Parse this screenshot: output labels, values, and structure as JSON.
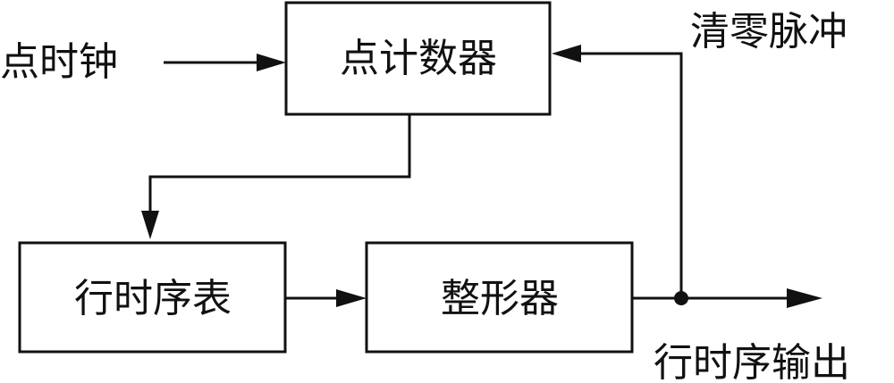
{
  "diagram": {
    "inputs": {
      "clock": "点时钟",
      "clear_pulse": "清零脉冲"
    },
    "blocks": {
      "dot_counter": "点计数器",
      "row_timing_table": "行时序表",
      "shaper": "整形器"
    },
    "outputs": {
      "row_timing_output": "行时序输出"
    },
    "colors": {
      "line": "#111111",
      "background": "#ffffff"
    }
  }
}
